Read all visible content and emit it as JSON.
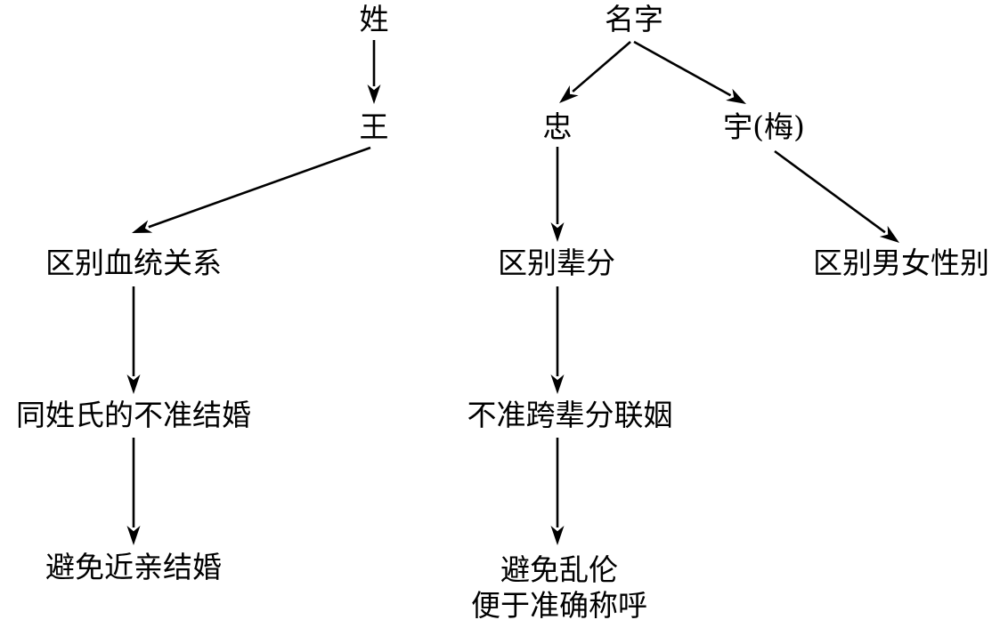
{
  "diagram": {
    "nodes": {
      "surname": "姓",
      "given_name": "名字",
      "wang": "王",
      "zhong": "忠",
      "yu_mei": "宇(梅)",
      "distinguish_bloodline": "区别血统关系",
      "distinguish_generation": "区别辈分",
      "distinguish_gender": "区别男女性别",
      "no_same_surname_marriage": "同姓氏的不准结婚",
      "no_cross_generation_marriage": "不准跨辈分联姻",
      "avoid_consanguineous_marriage": "避免近亲结婚",
      "avoid_incest_line1": "避免乱伦",
      "avoid_incest_line2": "便于准确称呼"
    },
    "edges": [
      [
        "surname",
        "wang"
      ],
      [
        "given_name",
        "zhong"
      ],
      [
        "given_name",
        "yu_mei"
      ],
      [
        "wang",
        "distinguish_bloodline"
      ],
      [
        "zhong",
        "distinguish_generation"
      ],
      [
        "yu_mei",
        "distinguish_gender"
      ],
      [
        "distinguish_bloodline",
        "no_same_surname_marriage"
      ],
      [
        "distinguish_generation",
        "no_cross_generation_marriage"
      ],
      [
        "no_same_surname_marriage",
        "avoid_consanguineous_marriage"
      ],
      [
        "no_cross_generation_marriage",
        "avoid_incest"
      ]
    ],
    "colors": {
      "text": "#000000",
      "arrow": "#000000",
      "background": "#ffffff"
    }
  }
}
